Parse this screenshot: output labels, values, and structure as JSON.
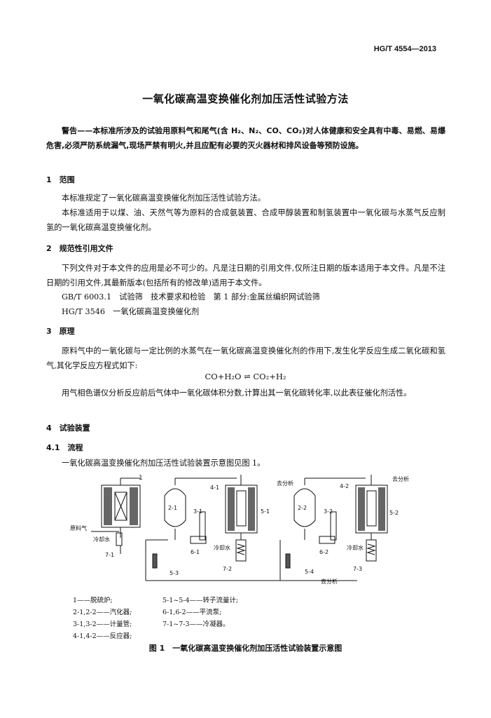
{
  "header": {
    "std_number": "HG/T 4554—2013"
  },
  "title": "一氧化碳高温变换催化剂加压活性试验方法",
  "warning": "警告——本标准所涉及的试验用原料气和尾气(含 H₂、N₂、CO、CO₂)对人体健康和安全具有中毒、易燃、易爆危害,必须严防系统漏气,现场严禁有明火,并且应配有必要的灭火器材和排风设备等预防设施。",
  "sections": {
    "s1": {
      "heading": "1　范围",
      "p1": "本标准规定了一氧化碳高温变换催化剂加压活性试验方法。",
      "p2": "本标准适用于以煤、油、天然气等为原料的合成氨装置、合成甲醇装置和制氢装置中一氧化碳与水蒸气反应制氢的一氧化碳高温变换催化剂。"
    },
    "s2": {
      "heading": "2　规范性引用文件",
      "p1": "下列文件对于本文件的应用是必不可少的。凡是注日期的引用文件,仅所注日期的版本适用于本文件。凡是不注日期的引用文件,其最新版本(包括所有的修改单)适用于本文件。",
      "ref1": "GB/T 6003.1　试验筛　技术要求和检验　第 1 部分:金属丝编织网试验筛",
      "ref2": "HG/T 3546　一氧化碳高温变换催化剂"
    },
    "s3": {
      "heading": "3　原理",
      "p1": "原料气中的一氧化碳与一定比例的水蒸气在一氧化碳高温变换催化剂的作用下,发生化学反应生成二氧化碳和氢气,其化学反应方程式如下:",
      "equation": "CO+H₂O ⇌ CO₂+H₂",
      "p2": "用气相色谱仪分析反应前后气体中一氧化碳体积分数,计算出其一氧化碳转化率,以此表征催化剂活性。"
    },
    "s4": {
      "heading": "4　试验装置",
      "sub_heading": "4.1　流程",
      "p1": "一氧化碳高温变换催化剂加压活性试验装置示意图见图 1。"
    }
  },
  "figure": {
    "labels": {
      "l1": "1",
      "l21": "2-1",
      "l22": "2-2",
      "l31": "3-1",
      "l32": "3-2",
      "l41": "4-1",
      "l42": "4-2",
      "l51": "5-1",
      "l52": "5-2",
      "l53": "5-3",
      "l54": "5-4",
      "l61": "6-1",
      "l62": "6-2",
      "l71": "7-1",
      "l72": "7-2",
      "l73": "7-3",
      "feed": "原料气",
      "cw1": "冷却水",
      "cw2": "冷却水",
      "cw3": "冷却水",
      "to_anal_bottom": "去分析",
      "to_anal_1": "去分析",
      "to_anal_2": "去分析"
    },
    "legend": [
      [
        "1——脱硫炉;",
        "5-1~5-4——转子流量计;"
      ],
      [
        "2-1,2-2——汽化器;",
        "6-1,6-2——平流泵;"
      ],
      [
        "3-1,3-2——计量管;",
        "7-1~7-3——冷凝器。"
      ],
      [
        "4-1,4-2——反应器;",
        ""
      ]
    ],
    "caption": "图 1　一氧化碳高温变换催化剂加压活性试验装置示意图"
  }
}
